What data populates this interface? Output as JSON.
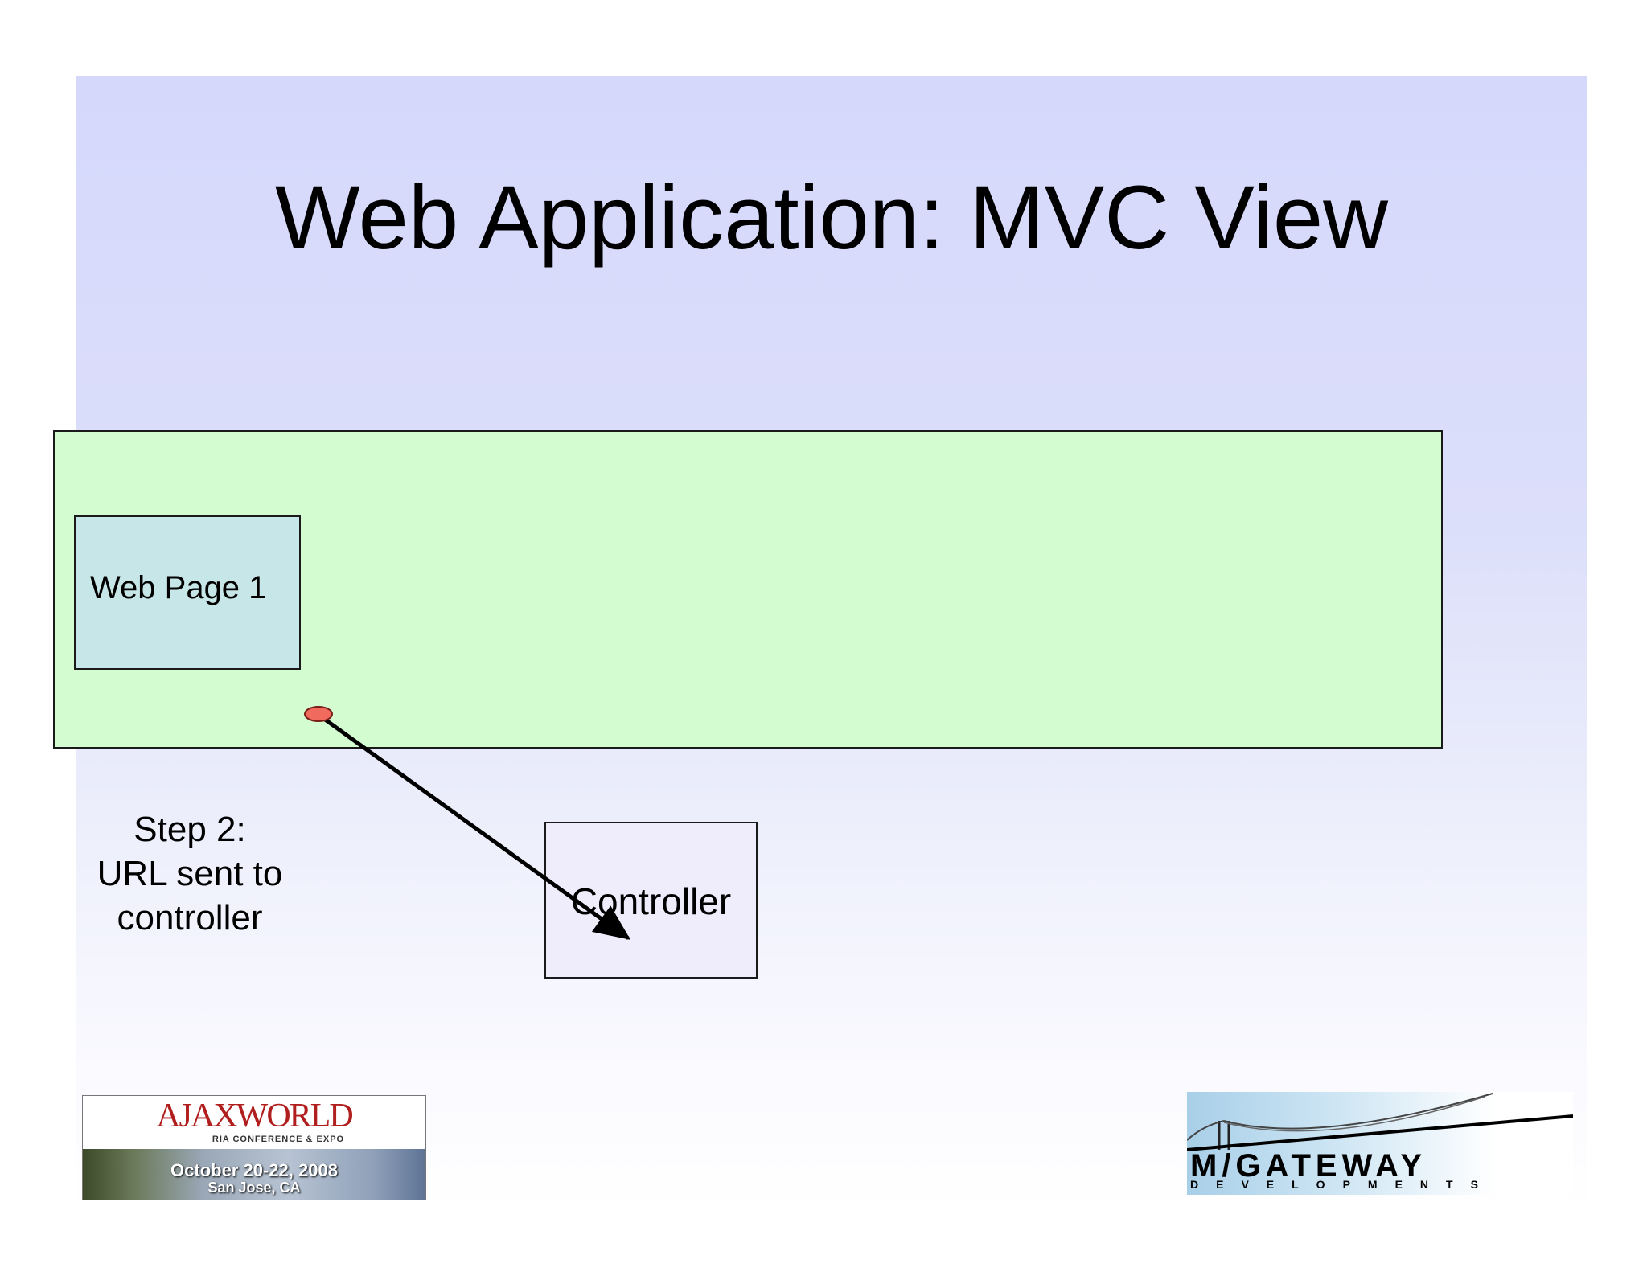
{
  "slide": {
    "title": "Web Application: MVC View"
  },
  "diagram": {
    "web_page_label": "Web Page 1",
    "controller_label": "Controller",
    "step_lines": [
      "Step 2:",
      "URL sent to",
      "controller"
    ]
  },
  "logos": {
    "ajaxworld": {
      "brand": "AJAXWORLD",
      "subtitle": "RIA CONFERENCE & EXPO",
      "date": "October 20-22, 2008",
      "place": "San Jose, CA"
    },
    "mgateway": {
      "name": "M/GATEWAY",
      "sub": "DEVELOPMENTS"
    }
  },
  "colors": {
    "web_app_fill": "#d3fcd0",
    "web_page_fill": "#c6e6e7",
    "controller_fill": "#efedfc",
    "link_dot": "#f06a5e"
  }
}
